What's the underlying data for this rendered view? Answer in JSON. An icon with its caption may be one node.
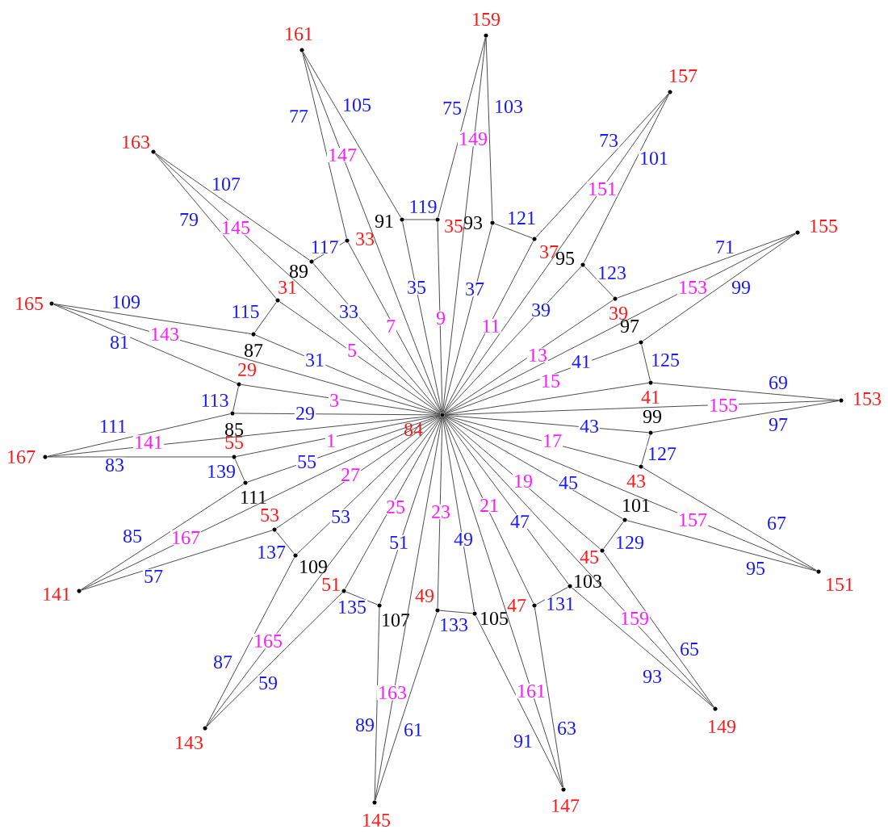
{
  "diagram": {
    "nodes": [
      {
        "text": [
          "84"
        ]
      },
      {
        "text": [
          "159"
        ]
      },
      {
        "text": [
          "91"
        ]
      },
      {
        "text": [
          "35"
        ]
      },
      {
        "text": [
          "157"
        ]
      },
      {
        "text": [
          "93"
        ]
      },
      {
        "text": [
          "37"
        ]
      },
      {
        "text": [
          "155"
        ]
      },
      {
        "text": [
          "95"
        ]
      },
      {
        "text": [
          "39"
        ]
      },
      {
        "text": [
          "153"
        ]
      },
      {
        "text": [
          "97"
        ]
      },
      {
        "text": [
          "41"
        ]
      },
      {
        "text": [
          "151"
        ]
      },
      {
        "text": [
          "99"
        ]
      },
      {
        "text": [
          "43"
        ]
      },
      {
        "text": [
          "149"
        ]
      },
      {
        "text": [
          "101"
        ]
      },
      {
        "text": [
          "45"
        ]
      },
      {
        "text": [
          "147"
        ]
      },
      {
        "text": [
          "103"
        ]
      },
      {
        "text": [
          "47"
        ]
      },
      {
        "text": [
          "145"
        ]
      },
      {
        "text": [
          "105"
        ]
      },
      {
        "text": [
          "49"
        ]
      },
      {
        "text": [
          "143"
        ]
      },
      {
        "text": [
          "107"
        ]
      },
      {
        "text": [
          "51"
        ]
      },
      {
        "text": [
          "141"
        ]
      },
      {
        "text": [
          "109"
        ]
      },
      {
        "text": [
          "53"
        ]
      },
      {
        "text": [
          "167"
        ]
      },
      {
        "text": [
          "111"
        ]
      },
      {
        "text": [
          "55"
        ]
      },
      {
        "text": [
          "165"
        ]
      },
      {
        "text": [
          "85"
        ]
      },
      {
        "text": [
          "29"
        ]
      },
      {
        "text": [
          "163"
        ]
      },
      {
        "text": [
          "87"
        ]
      },
      {
        "text": [
          "31"
        ]
      },
      {
        "text": [
          "161"
        ]
      },
      {
        "text": [
          "89"
        ]
      },
      {
        "text": [
          "33"
        ]
      }
    ],
    "edges": [
      {
        "from": 2,
        "to": 3,
        "arrow": "none",
        "label": "119"
      },
      {
        "from": 1,
        "to": 3,
        "arrow": "none",
        "label": "75"
      },
      {
        "from": 1,
        "to": 5,
        "arrow": "none",
        "label": "103"
      },
      {
        "from": 1,
        "to": 0,
        "arrow": "none",
        "label": "149"
      },
      {
        "from": 3,
        "to": 0,
        "arrow": "none",
        "label": "9"
      },
      {
        "from": 2,
        "to": 0,
        "arrow": "none",
        "label": "35"
      },
      {
        "from": 5,
        "to": 6,
        "arrow": "none",
        "label": "121"
      },
      {
        "from": 4,
        "to": 6,
        "arrow": "none",
        "label": "73"
      },
      {
        "from": 4,
        "to": 8,
        "arrow": "none",
        "label": "101"
      },
      {
        "from": 4,
        "to": 0,
        "arrow": "none",
        "label": "151"
      },
      {
        "from": 6,
        "to": 0,
        "arrow": "none",
        "label": "11"
      },
      {
        "from": 5,
        "to": 0,
        "arrow": "none",
        "label": "37"
      },
      {
        "from": 8,
        "to": 9,
        "arrow": "none",
        "label": "123"
      },
      {
        "from": 7,
        "to": 9,
        "arrow": "none",
        "label": "71"
      },
      {
        "from": 7,
        "to": 11,
        "arrow": "none",
        "label": "99"
      },
      {
        "from": 7,
        "to": 0,
        "arrow": "none",
        "label": "153"
      },
      {
        "from": 9,
        "to": 0,
        "arrow": "none",
        "label": "13"
      },
      {
        "from": 8,
        "to": 0,
        "arrow": "none",
        "label": "39"
      },
      {
        "from": 11,
        "to": 12,
        "arrow": "none",
        "label": "125"
      },
      {
        "from": 10,
        "to": 12,
        "arrow": "none",
        "label": "69"
      },
      {
        "from": 10,
        "to": 14,
        "arrow": "none",
        "label": "97"
      },
      {
        "from": 10,
        "to": 0,
        "arrow": "none",
        "label": "155"
      },
      {
        "from": 12,
        "to": 0,
        "arrow": "none",
        "label": "15"
      },
      {
        "from": 11,
        "to": 0,
        "arrow": "none",
        "label": "41"
      },
      {
        "from": 14,
        "to": 15,
        "arrow": "none",
        "label": "127"
      },
      {
        "from": 13,
        "to": 15,
        "arrow": "none",
        "label": "67"
      },
      {
        "from": 13,
        "to": 17,
        "arrow": "none",
        "label": "95"
      },
      {
        "from": 13,
        "to": 0,
        "arrow": "none",
        "label": "157"
      },
      {
        "from": 15,
        "to": 0,
        "arrow": "none",
        "label": "17"
      },
      {
        "from": 14,
        "to": 0,
        "arrow": "none",
        "label": "43"
      },
      {
        "from": 17,
        "to": 18,
        "arrow": "none",
        "label": "129"
      },
      {
        "from": 16,
        "to": 18,
        "arrow": "none",
        "label": "65"
      },
      {
        "from": 16,
        "to": 20,
        "arrow": "none",
        "label": "93"
      },
      {
        "from": 16,
        "to": 0,
        "arrow": "none",
        "label": "159"
      },
      {
        "from": 18,
        "to": 0,
        "arrow": "none",
        "label": "19"
      },
      {
        "from": 17,
        "to": 0,
        "arrow": "none",
        "label": "45"
      },
      {
        "from": 20,
        "to": 21,
        "arrow": "none",
        "label": "131"
      },
      {
        "from": 19,
        "to": 21,
        "arrow": "none",
        "label": "63"
      },
      {
        "from": 19,
        "to": 23,
        "arrow": "none",
        "label": "91"
      },
      {
        "from": 19,
        "to": 0,
        "arrow": "none",
        "label": "161"
      },
      {
        "from": 21,
        "to": 0,
        "arrow": "none",
        "label": "21"
      },
      {
        "from": 20,
        "to": 0,
        "arrow": "none",
        "label": "47"
      },
      {
        "from": 23,
        "to": 24,
        "arrow": "none",
        "label": "133"
      },
      {
        "from": 22,
        "to": 24,
        "arrow": "none",
        "label": "61"
      },
      {
        "from": 22,
        "to": 26,
        "arrow": "none",
        "label": "89"
      },
      {
        "from": 22,
        "to": 0,
        "arrow": "none",
        "label": "163"
      },
      {
        "from": 24,
        "to": 0,
        "arrow": "none",
        "label": "23"
      },
      {
        "from": 23,
        "to": 0,
        "arrow": "none",
        "label": "49"
      },
      {
        "from": 26,
        "to": 27,
        "arrow": "none",
        "label": "135"
      },
      {
        "from": 25,
        "to": 27,
        "arrow": "none",
        "label": "59"
      },
      {
        "from": 25,
        "to": 29,
        "arrow": "none",
        "label": "87"
      },
      {
        "from": 25,
        "to": 0,
        "arrow": "none",
        "label": "165"
      },
      {
        "from": 27,
        "to": 0,
        "arrow": "none",
        "label": "25"
      },
      {
        "from": 26,
        "to": 0,
        "arrow": "none",
        "label": "51"
      },
      {
        "from": 29,
        "to": 30,
        "arrow": "none",
        "label": "137"
      },
      {
        "from": 28,
        "to": 30,
        "arrow": "none",
        "label": "57"
      },
      {
        "from": 28,
        "to": 32,
        "arrow": "none",
        "label": "85"
      },
      {
        "from": 28,
        "to": 0,
        "arrow": "none",
        "label": "167"
      },
      {
        "from": 30,
        "to": 0,
        "arrow": "none",
        "label": "27"
      },
      {
        "from": 29,
        "to": 0,
        "arrow": "none",
        "label": "53"
      },
      {
        "from": 32,
        "to": 33,
        "arrow": "none",
        "label": "139"
      },
      {
        "from": 31,
        "to": 33,
        "arrow": "none",
        "label": "83"
      },
      {
        "from": 31,
        "to": 35,
        "arrow": "none",
        "label": "111"
      },
      {
        "from": 31,
        "to": 0,
        "arrow": "none",
        "label": "141"
      },
      {
        "from": 33,
        "to": 0,
        "arrow": "none",
        "label": "1"
      },
      {
        "from": 32,
        "to": 0,
        "arrow": "none",
        "label": "55"
      },
      {
        "from": 35,
        "to": 36,
        "arrow": "none",
        "label": "113"
      },
      {
        "from": 34,
        "to": 36,
        "arrow": "none",
        "label": "81"
      },
      {
        "from": 34,
        "to": 38,
        "arrow": "none",
        "label": "109"
      },
      {
        "from": 34,
        "to": 0,
        "arrow": "none",
        "label": "143"
      },
      {
        "from": 36,
        "to": 0,
        "arrow": "none",
        "label": "3"
      },
      {
        "from": 35,
        "to": 0,
        "arrow": "none",
        "label": "29"
      },
      {
        "from": 38,
        "to": 39,
        "arrow": "none",
        "label": "115"
      },
      {
        "from": 37,
        "to": 39,
        "arrow": "none",
        "label": "79"
      },
      {
        "from": 37,
        "to": 41,
        "arrow": "none",
        "label": "107"
      },
      {
        "from": 37,
        "to": 0,
        "arrow": "none",
        "label": "145"
      },
      {
        "from": 39,
        "to": 0,
        "arrow": "none",
        "label": "5"
      },
      {
        "from": 38,
        "to": 0,
        "arrow": "none",
        "label": "31"
      },
      {
        "from": 41,
        "to": 42,
        "arrow": "none",
        "label": "117"
      },
      {
        "from": 40,
        "to": 42,
        "arrow": "none",
        "label": "77"
      },
      {
        "from": 40,
        "to": 2,
        "arrow": "none",
        "label": "105"
      },
      {
        "from": 40,
        "to": 0,
        "arrow": "none",
        "label": "147"
      },
      {
        "from": 42,
        "to": 0,
        "arrow": "none",
        "label": "7"
      },
      {
        "from": 41,
        "to": 0,
        "arrow": "none",
        "label": "33"
      }
    ]
  }
}
